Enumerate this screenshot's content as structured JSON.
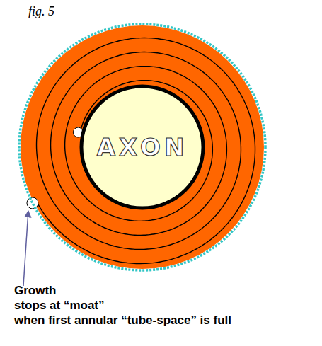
{
  "diagram": {
    "nodes": [
      {
        "text": [
          "AXON"
        ]
      }
    ],
    "labels": [
      "fig. 5",
      "Growth stops at “moat” when first annular “tube-space” is full"
    ]
  }
}
